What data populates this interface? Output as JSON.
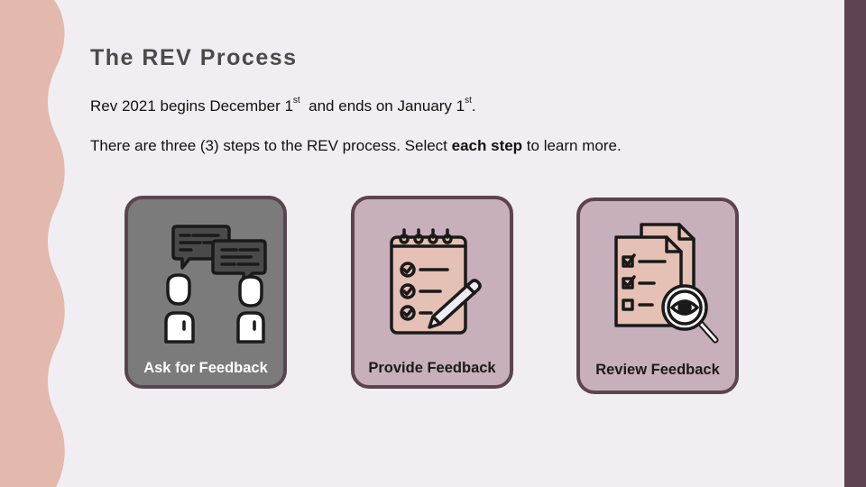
{
  "slide": {
    "title": "The REV Process",
    "line1": {
      "part1": "Rev 2021 begins December 1",
      "sup1": "st",
      "part2": "  and ends on January 1",
      "sup2": "st",
      "part3": "."
    },
    "line2": {
      "before": "There are three (3) steps to the REV process. Select ",
      "bold": "each step",
      "after": " to learn more."
    }
  },
  "cards": [
    {
      "label": "Ask for Feedback",
      "icon": "conversation-people-icon",
      "background": "#7b7b7b"
    },
    {
      "label": "Provide Feedback",
      "icon": "checklist-notepad-pencil-icon",
      "background": "#c7afbb"
    },
    {
      "label": "Review Feedback",
      "icon": "document-magnifier-eye-icon",
      "background": "#c7afbb"
    }
  ],
  "colors": {
    "background": "#f0eef3",
    "left_wave": "#e3b8ad",
    "right_bar": "#5e4453",
    "card_border": "#5b4350",
    "icon_fill": "#e5c0b4",
    "icon_stroke": "#1a1a1a"
  }
}
